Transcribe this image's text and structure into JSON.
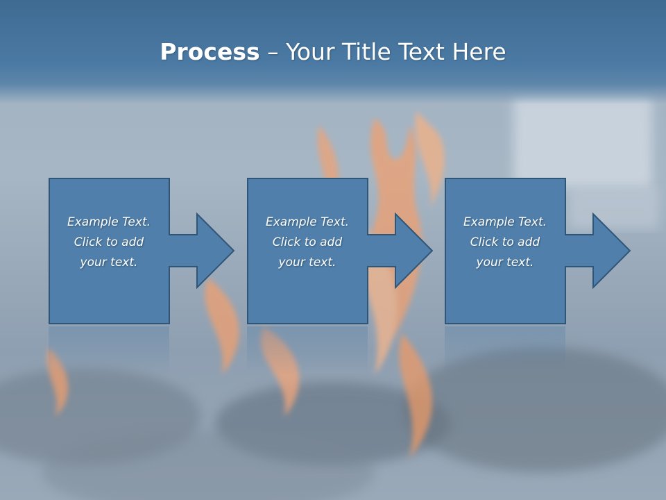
{
  "slide": {
    "title_bold": "Process",
    "title_rest": " – Your Title Text Here",
    "steps": [
      {
        "text": "Example Text.\nClick  to add\nyour text."
      },
      {
        "text": "Example Text.\nClick  to add\nyour text."
      },
      {
        "text": "Example Text.\nClick  to add\nyour text."
      }
    ]
  },
  "colors": {
    "title_band": "#4a79a3",
    "box_fill": "#4f7faa",
    "box_border": "#2f5577",
    "text": "#ffffff"
  },
  "background": "fire-image"
}
